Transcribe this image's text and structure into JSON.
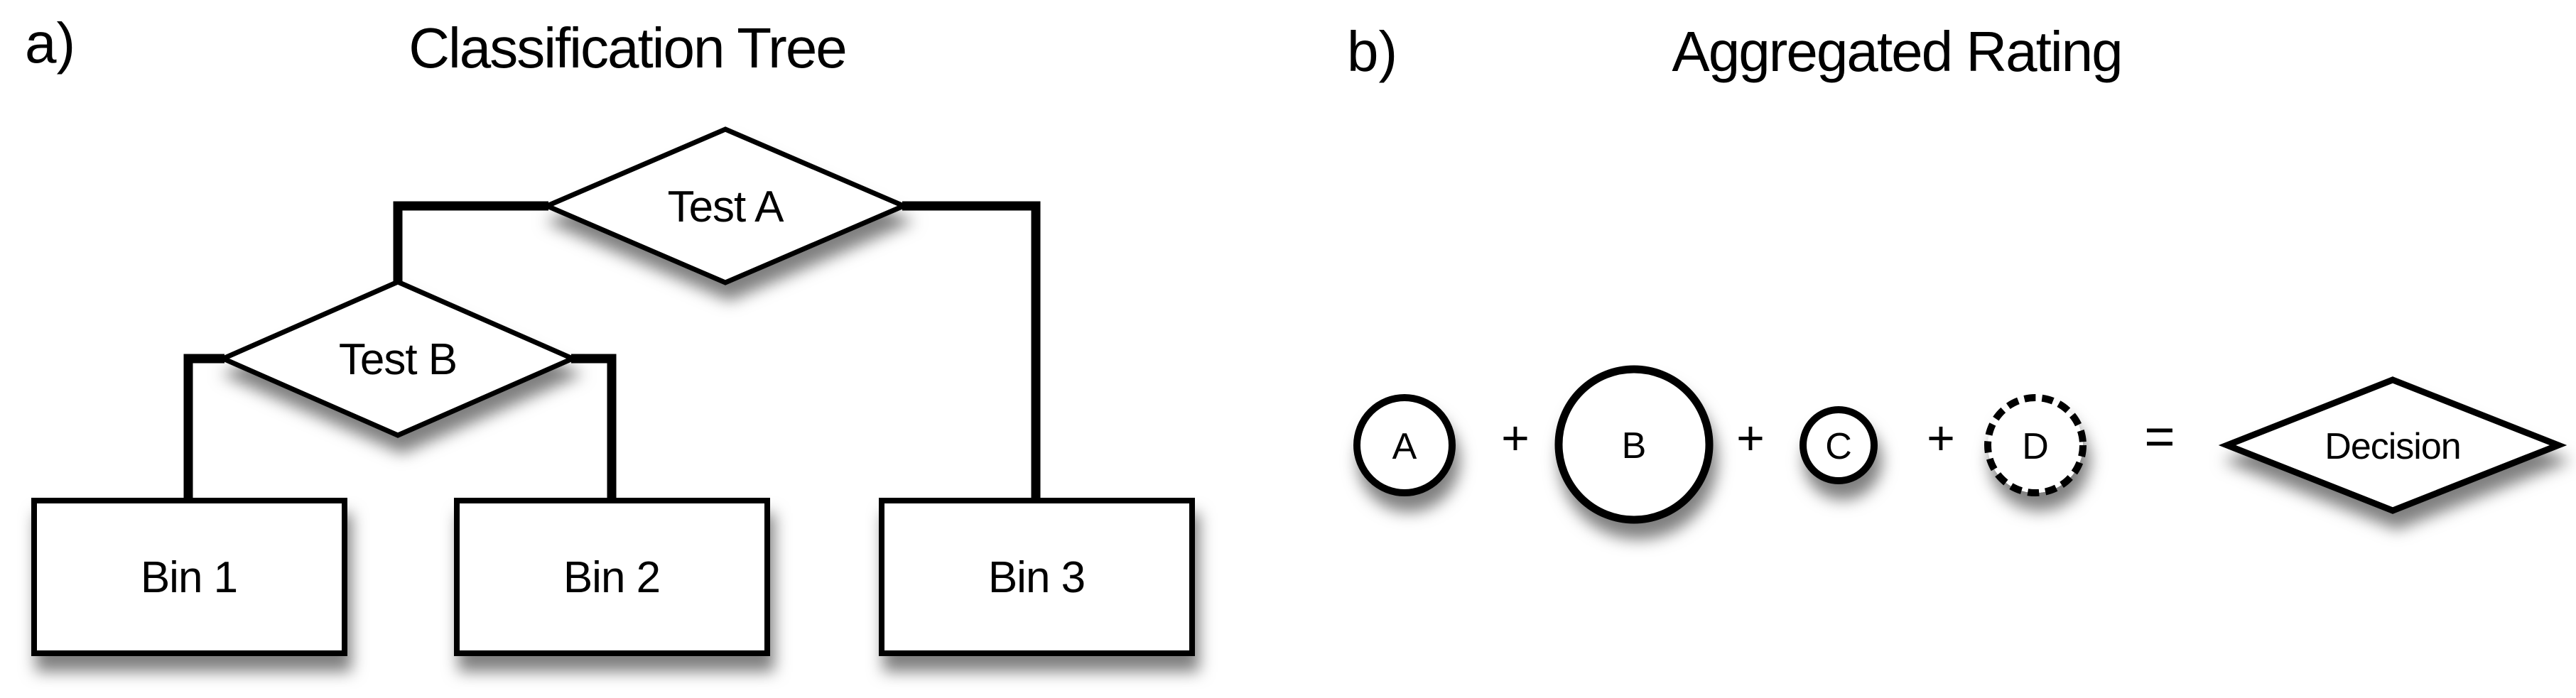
{
  "panel_a": {
    "label": "a)",
    "title": "Classification Tree",
    "tree": {
      "root": {
        "label": "Test A",
        "shape": "diamond"
      },
      "child": {
        "label": "Test B",
        "shape": "diamond"
      },
      "bins": [
        {
          "label": "Bin 1",
          "shape": "rectangle"
        },
        {
          "label": "Bin 2",
          "shape": "rectangle"
        },
        {
          "label": "Bin 3",
          "shape": "rectangle"
        }
      ]
    }
  },
  "panel_b": {
    "label": "b)",
    "title": "Aggregated Rating",
    "terms": [
      {
        "label": "A",
        "r": 67,
        "border": "solid"
      },
      {
        "label": "B",
        "r": 106,
        "border": "solid"
      },
      {
        "label": "C",
        "r": 50,
        "border": "solid"
      },
      {
        "label": "D",
        "r": 67,
        "border": "dashed"
      }
    ],
    "operators": {
      "plus": "+",
      "equals": "="
    },
    "result": {
      "label": "Decision",
      "shape": "diamond"
    }
  },
  "colors": {
    "stroke": "#000000",
    "fill": "#ffffff",
    "background": "#ffffff",
    "shadow": "#000000"
  }
}
